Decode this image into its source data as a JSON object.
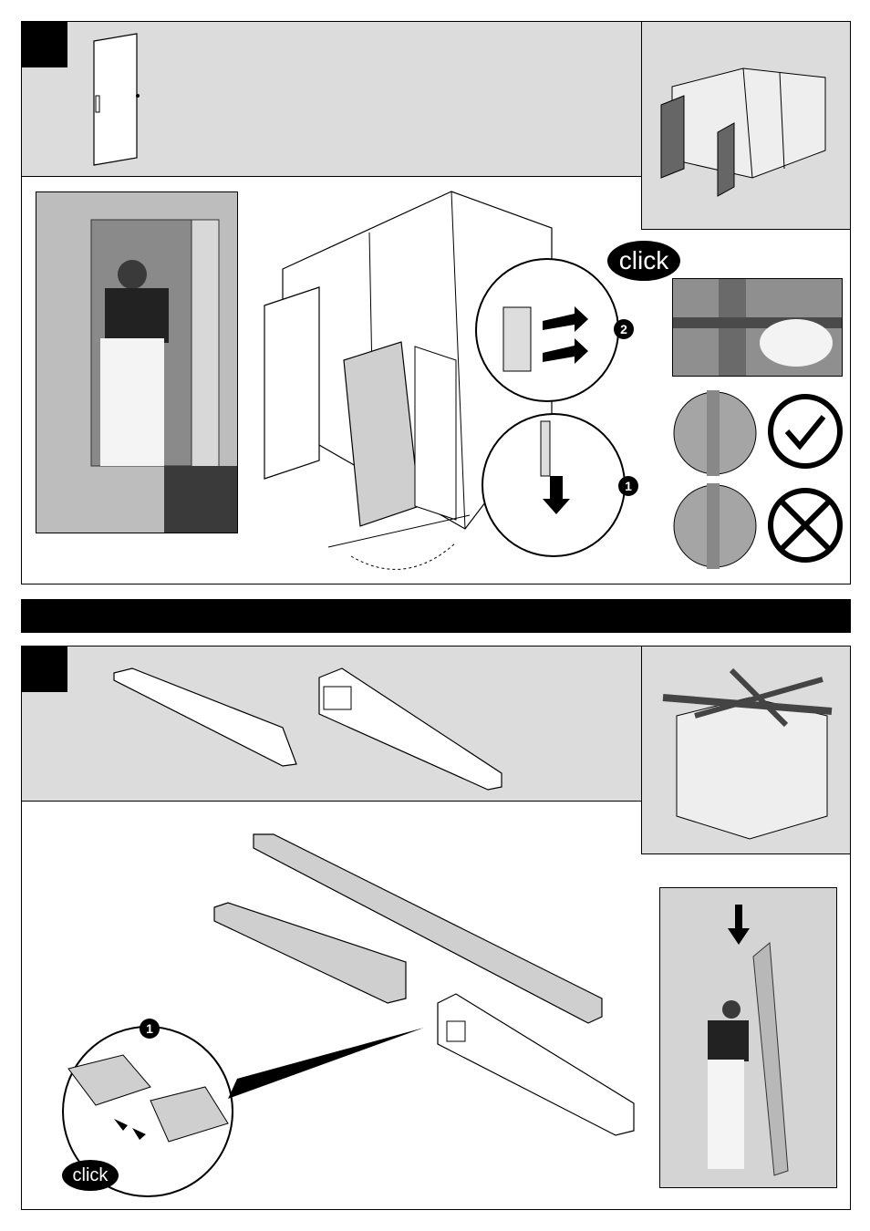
{
  "step_top": {
    "click_label": "click",
    "badges": [
      "2",
      "1"
    ],
    "icons": [
      "door-panel-icon",
      "checkmark-icon",
      "cross-icon"
    ]
  },
  "step_bottom": {
    "click_label": "click",
    "badges": [
      "1"
    ],
    "icons": [
      "roof-beam-icon",
      "down-arrow-icon"
    ]
  }
}
